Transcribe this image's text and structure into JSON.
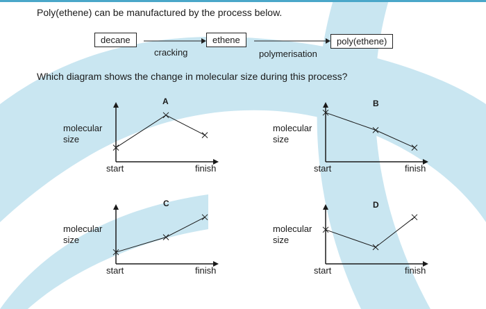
{
  "intro": "Poly(ethene) can be manufactured by the process below.",
  "flow": {
    "boxes": [
      "decane",
      "ethene",
      "poly(ethene)"
    ],
    "steps": [
      "cracking",
      "polymerisation"
    ]
  },
  "question": "Which diagram shows the change in molecular size during this process?",
  "graphs": [
    {
      "letter": "A",
      "ylabel_line1": "molecular",
      "ylabel_line2": "size",
      "start": "start",
      "finish": "finish",
      "levels": [
        0.2,
        0.85,
        0.45
      ]
    },
    {
      "letter": "B",
      "ylabel_line1": "molecular",
      "ylabel_line2": "size",
      "start": "start",
      "finish": "finish",
      "levels": [
        0.9,
        0.55,
        0.2
      ]
    },
    {
      "letter": "C",
      "ylabel_line1": "molecular",
      "ylabel_line2": "size",
      "start": "start",
      "finish": "finish",
      "levels": [
        0.15,
        0.45,
        0.85
      ]
    },
    {
      "letter": "D",
      "ylabel_line1": "molecular",
      "ylabel_line2": "size",
      "start": "start",
      "finish": "finish",
      "levels": [
        0.6,
        0.25,
        0.85
      ]
    }
  ],
  "colors": {
    "watermark": "#c9e6f1",
    "ink": "#1a1a1a",
    "topline": "#4aa7c9"
  }
}
